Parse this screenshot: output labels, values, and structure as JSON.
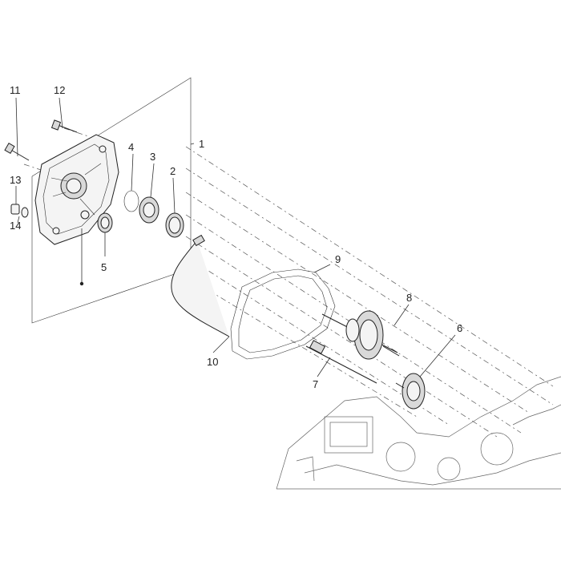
{
  "diagram": {
    "callouts": [
      "1",
      "2",
      "3",
      "4",
      "5",
      "6",
      "7",
      "8",
      "9",
      "10",
      "11",
      "12",
      "13",
      "14"
    ]
  }
}
